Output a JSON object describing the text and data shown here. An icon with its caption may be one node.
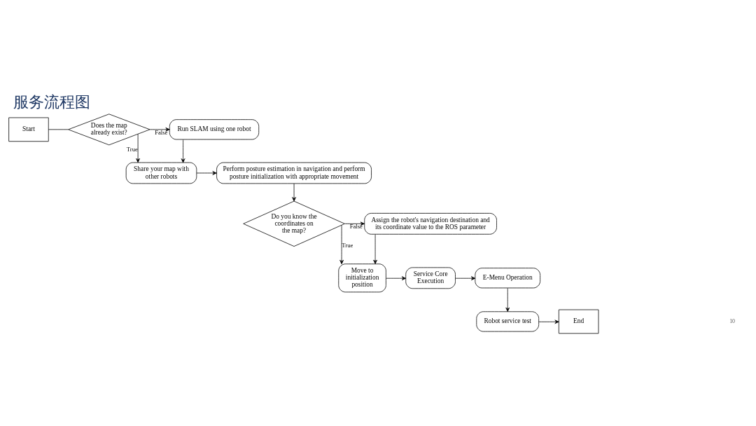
{
  "diagram": {
    "title": "服务流程图",
    "nodes": [
      {
        "text": [
          "Start"
        ]
      },
      {
        "text": [
          "Does the map already exist?"
        ]
      },
      {
        "text": [
          "Run SLAM using one robot"
        ]
      },
      {
        "text": [
          "Share your map with other robots"
        ]
      },
      {
        "text": [
          "Perform posture estimation in navigation and perform posture initialization with appropriate movement"
        ]
      },
      {
        "text": [
          "Do you know the coordinates on the map?"
        ]
      },
      {
        "text": [
          "Assign the robot's navigation destination and its coordinate value to the ROS parameter"
        ]
      },
      {
        "text": [
          "Move to initialization position"
        ]
      },
      {
        "text": [
          "Service Core Execution"
        ]
      },
      {
        "text": [
          "E-Menu Operation"
        ]
      },
      {
        "text": [
          "Robot service test"
        ]
      },
      {
        "text": [
          "End"
        ]
      }
    ],
    "edges": [
      {
        "from": 0,
        "to": 1,
        "arrow": "none"
      },
      {
        "from": 1,
        "to": 2,
        "arrow": "to",
        "label": "False"
      },
      {
        "from": 1,
        "to": 3,
        "arrow": "to",
        "label": "True"
      },
      {
        "from": 2,
        "to": 3,
        "arrow": "to"
      },
      {
        "from": 3,
        "to": 4,
        "arrow": "to"
      },
      {
        "from": 4,
        "to": 5,
        "arrow": "to"
      },
      {
        "from": 5,
        "to": 6,
        "arrow": "to",
        "label": "False"
      },
      {
        "from": 5,
        "to": 7,
        "arrow": "to",
        "label": "True"
      },
      {
        "from": 6,
        "to": 7,
        "arrow": "to"
      },
      {
        "from": 7,
        "to": 8,
        "arrow": "to"
      },
      {
        "from": 8,
        "to": 9,
        "arrow": "to"
      },
      {
        "from": 9,
        "to": 10,
        "arrow": "to"
      },
      {
        "from": 10,
        "to": 11,
        "arrow": "to"
      }
    ],
    "labels": [
      "10"
    ]
  }
}
